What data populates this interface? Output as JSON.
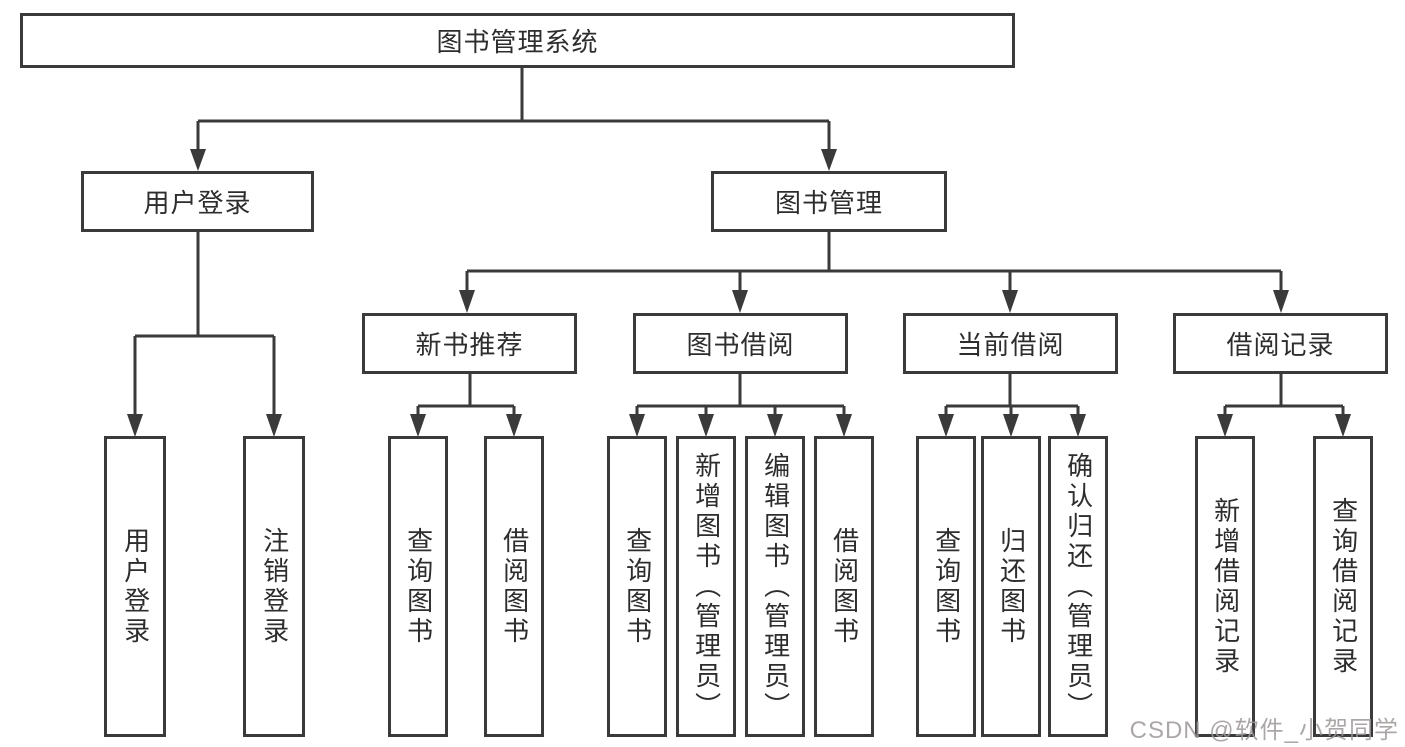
{
  "colors": {
    "line": "#3a3a3a",
    "text": "#2d2d2d",
    "watermark": "#9e9898",
    "bg": "#ffffff"
  },
  "watermark": {
    "text": "CSDN @软件_小贺同学"
  },
  "diagram": {
    "root": {
      "label": "图书管理系统"
    },
    "branches": [
      {
        "label": "用户登录",
        "children": [
          {
            "label": "用户登录"
          },
          {
            "label": "注销登录"
          }
        ]
      },
      {
        "label": "图书管理",
        "children": [
          {
            "label": "新书推荐",
            "children": [
              {
                "label": "查询图书"
              },
              {
                "label": "借阅图书"
              }
            ]
          },
          {
            "label": "图书借阅",
            "children": [
              {
                "label": "查询图书"
              },
              {
                "label": "新增图书（管理员）"
              },
              {
                "label": "编辑图书（管理员）"
              },
              {
                "label": "借阅图书"
              }
            ]
          },
          {
            "label": "当前借阅",
            "children": [
              {
                "label": "查询图书"
              },
              {
                "label": "归还图书"
              },
              {
                "label": "确认归还（管理员）"
              }
            ]
          },
          {
            "label": "借阅记录",
            "children": [
              {
                "label": "新增借阅记录"
              },
              {
                "label": "查询借阅记录"
              }
            ]
          }
        ]
      }
    ]
  }
}
